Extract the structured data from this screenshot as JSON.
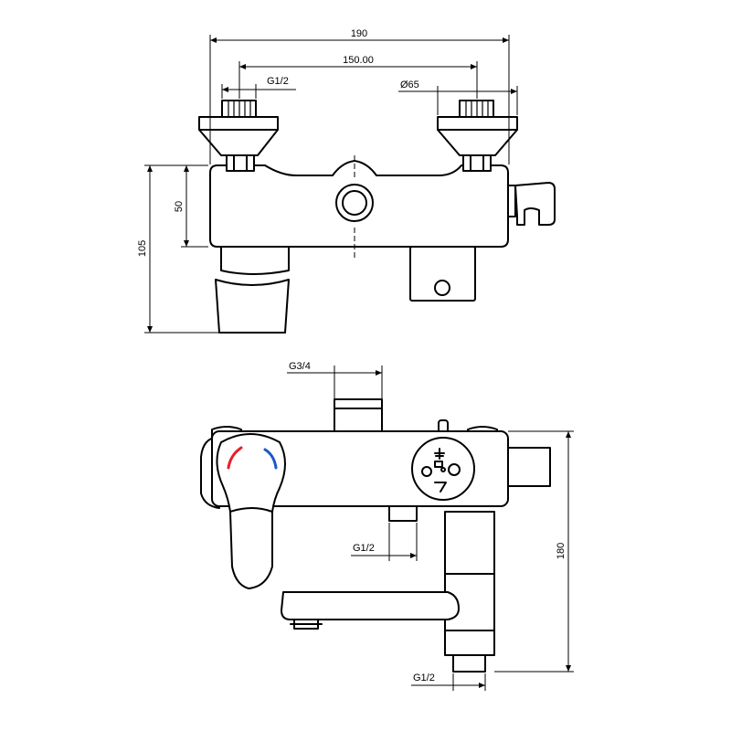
{
  "dimensions": {
    "overall_width": "190",
    "inlet_spacing": "150.00",
    "inlet_thread": "G1/2",
    "eccentric_diameter": "Ø65",
    "body_height": "50",
    "total_height": "105",
    "outlet_thread": "G3/4",
    "lower_thread": "G1/2",
    "side_height": "180",
    "spout_thread": "G1/2"
  },
  "colors": {
    "hot_indicator": "#e8202a",
    "cold_indicator": "#1e56c8"
  }
}
